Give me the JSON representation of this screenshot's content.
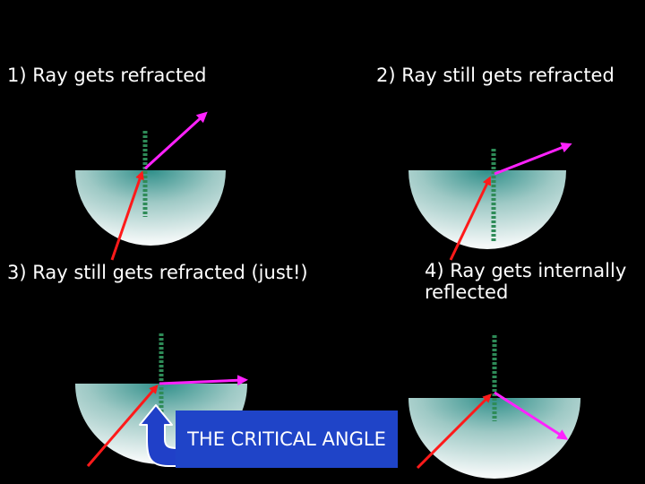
{
  "panels": [
    {
      "caption": "1) Ray gets refracted"
    },
    {
      "caption": "2) Ray still gets refracted"
    },
    {
      "caption": "3) Ray still gets refracted (just!)"
    },
    {
      "caption": "4) Ray gets internally reflected"
    }
  ],
  "critical_label": "THE CRITICAL ANGLE",
  "colors": {
    "background": "#000000",
    "incident_ray": "#ff1a1a",
    "refracted_ray": "#ff22ff",
    "normal_line": "#2e8b57",
    "label_box": "#1f44c8",
    "arrow": "#2040c8",
    "glass_center": "#2f8f8a",
    "glass_edge": "#f4f8f8"
  },
  "icons": {
    "curved_arrow": "curved-arrow-icon"
  }
}
